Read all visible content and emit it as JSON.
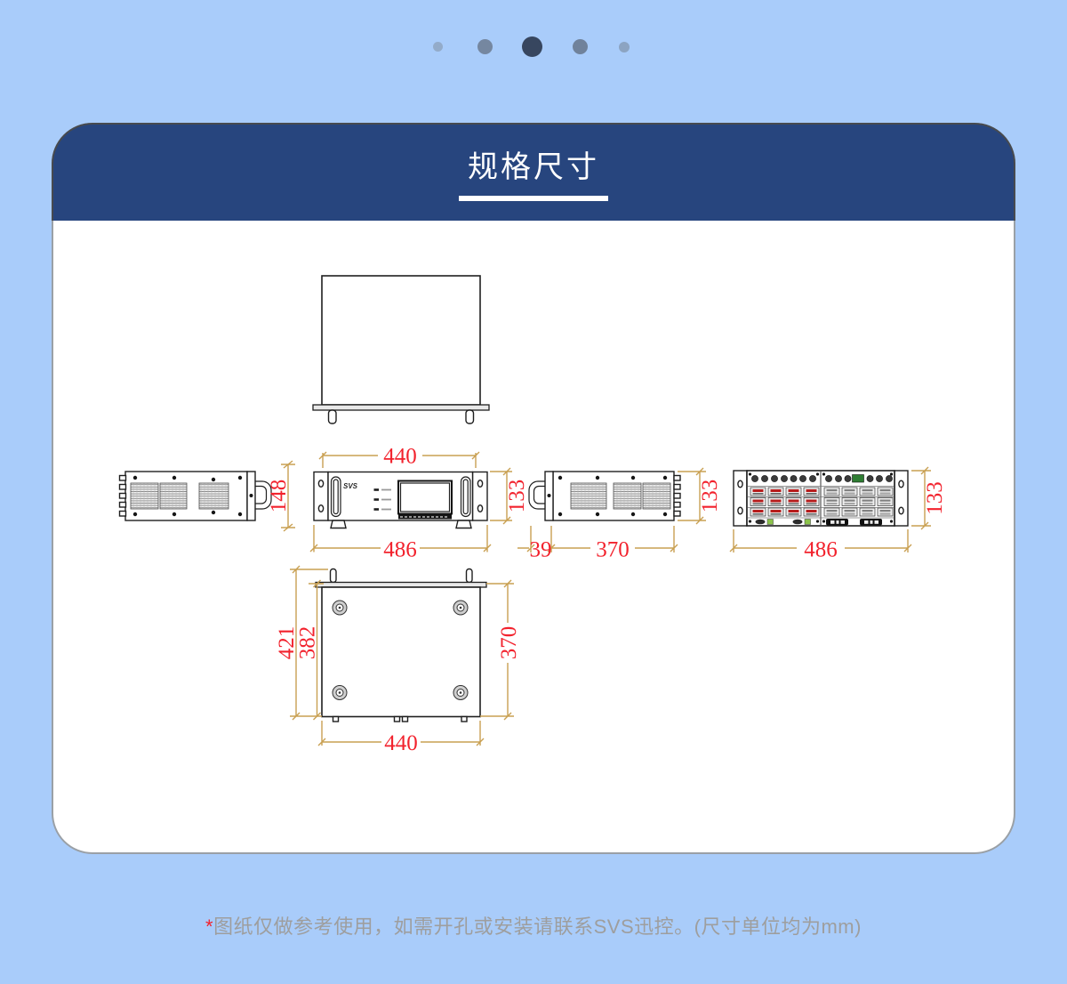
{
  "carousel": {
    "dot_count": 5,
    "active_dot": 3
  },
  "header": {
    "title": "规格尺寸"
  },
  "footnote": {
    "mark": "*",
    "text": "图纸仅做参考使用，如需开孔或安装请联系SVS迅控。",
    "unit_note": "(尺寸单位均为mm)"
  },
  "drawing": {
    "front_brand": "SVS",
    "dims": {
      "side_left_height": "148",
      "front_inner_width": "440",
      "front_outer_width": "486",
      "front_height": "133",
      "handle_depth": "39",
      "side_body_depth": "370",
      "side_height": "133",
      "rear_outer_width": "486",
      "rear_height": "133",
      "top_total_depth": "421",
      "top_body_depth": "382",
      "top_right_depth": "370",
      "top_width": "440"
    },
    "colors": {
      "dim_text": "#f2222d",
      "dim_line": "#c9a052",
      "outline": "#1f1f1f",
      "header_bg": "#27457e",
      "page_bg": "#a9ccfa",
      "connector_red": "#b71c1c",
      "connector_green": "#2e7d32"
    }
  }
}
